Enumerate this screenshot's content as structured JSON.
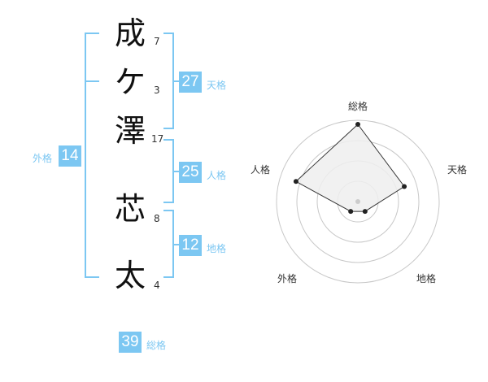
{
  "colors": {
    "accent": "#7cc7f2",
    "ring": "#c8c8c8",
    "fill": "#eeeeee",
    "line": "#333333",
    "dot": "#222222",
    "center": "#cccccc"
  },
  "name_chars": [
    {
      "char": "成",
      "strokes": "7"
    },
    {
      "char": "ケ",
      "strokes": "3"
    },
    {
      "char": "澤",
      "strokes": "17"
    },
    {
      "char": "芯",
      "strokes": "8"
    },
    {
      "char": "太",
      "strokes": "4"
    }
  ],
  "scores": {
    "tenkaku": {
      "value": "27",
      "label": "天格"
    },
    "jinkaku": {
      "value": "25",
      "label": "人格"
    },
    "chikaku": {
      "value": "12",
      "label": "地格"
    },
    "gaikaku": {
      "value": "14",
      "label": "外格"
    },
    "soukaku": {
      "value": "39",
      "label": "総格"
    }
  },
  "radar": {
    "axes": [
      "総格",
      "天格",
      "地格",
      "外格",
      "人格"
    ],
    "levels": [
      0.95,
      0.6,
      0.15,
      0.15,
      0.8
    ]
  }
}
